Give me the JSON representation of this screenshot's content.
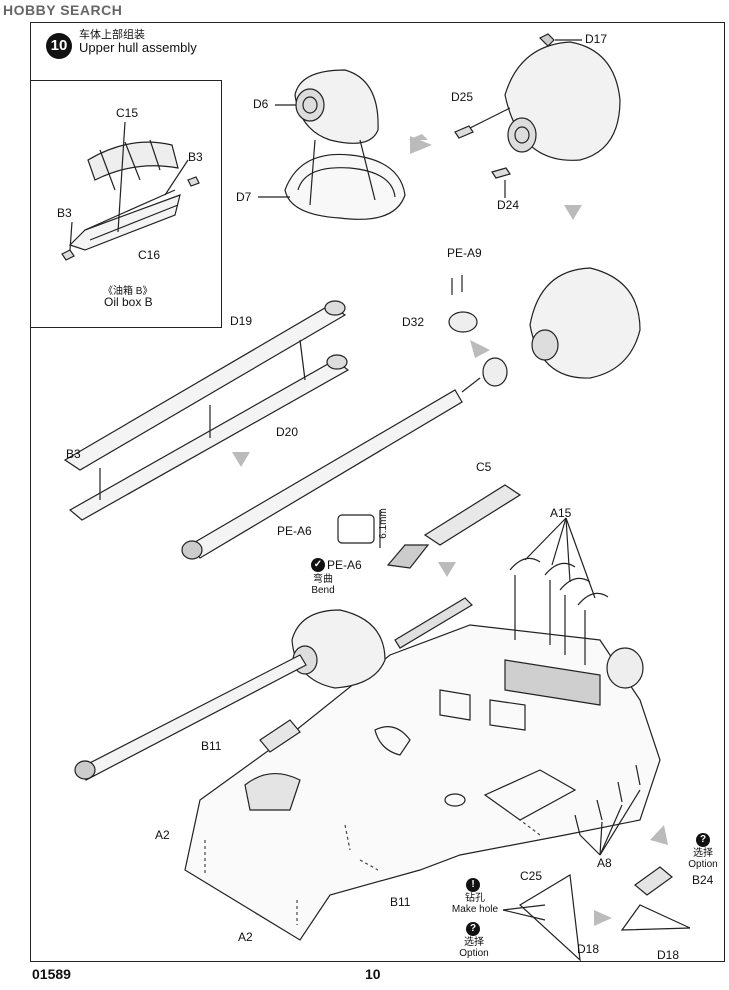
{
  "watermark": "HOBBY SEARCH",
  "step": {
    "number": "10",
    "title_cn": "车体上部组装",
    "title_en": "Upper hull assembly"
  },
  "inset": {
    "caption_cn": "《油箱 B》",
    "caption_en": "Oil box B",
    "labels": {
      "c15": "C15",
      "b3a": "B3",
      "b3b": "B3",
      "c16": "C16"
    }
  },
  "labels": {
    "d6": "D6",
    "d7": "D7",
    "d25": "D25",
    "d17": "D17",
    "d24": "D24",
    "pea9": "PE-A9",
    "d32": "D32",
    "d19": "D19",
    "d20": "D20",
    "c5": "C5",
    "pea6a": "PE-A6",
    "pea6b": "PE-A6",
    "dim": "6.1mm",
    "a15": "A15",
    "b11a": "B11",
    "b11b": "B11",
    "a2a": "A2",
    "a2b": "A2",
    "a8": "A8",
    "c25": "C25",
    "d18a": "D18",
    "d18b": "D18",
    "b24": "B24"
  },
  "notes": {
    "bend_cn": "弯曲",
    "bend_en": "Bend",
    "hole_cn": "钻孔",
    "hole_en": "Make hole",
    "option1_cn": "选择",
    "option1_en": "Option",
    "option2_cn": "选择",
    "option2_en": "Option"
  },
  "footer": {
    "code": "01589",
    "page": "10"
  }
}
